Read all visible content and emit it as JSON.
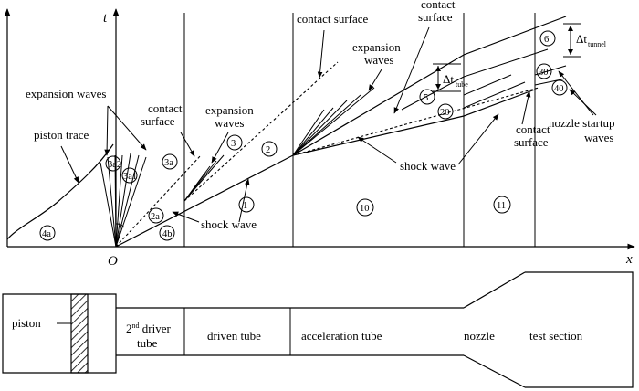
{
  "axes": {
    "t": "t",
    "x": "x",
    "origin": "O"
  },
  "labels": {
    "expansion_waves_left": "expansion waves",
    "piston_trace": "piston trace",
    "contact_surface_1a": "contact",
    "contact_surface_1b": "surface",
    "expansion_waves_mid_a": "expansion",
    "expansion_waves_mid_b": "waves",
    "shock_wave_1": "shock wave",
    "contact_surface_top": "contact surface",
    "expansion_waves_right_a": "expansion",
    "expansion_waves_right_b": "waves",
    "contact_surface_top2a": "contact",
    "contact_surface_top2b": "surface",
    "shock_wave_2": "shock wave",
    "contact_surface_3a": "contact",
    "contact_surface_3b": "surface",
    "nozzle_startup_a": "nozzle startup",
    "nozzle_startup_b": "waves",
    "delta_t_tube": "Δt",
    "delta_t_tube_sub": "tube",
    "delta_t_tunnel": "Δt",
    "delta_t_tunnel_sub": "tunnel"
  },
  "zones": {
    "z4a": "4a",
    "z4b": "4b",
    "z3a2": "3a2",
    "z3a1": "3a1",
    "z3a": "3a",
    "z2a": "2a",
    "z1": "1",
    "z2": "2",
    "z3": "3",
    "z10": "10",
    "z5": "5",
    "z20": "20",
    "z11": "11",
    "z6": "6",
    "z30": "30",
    "z40": "40"
  },
  "facility": {
    "piston": "piston",
    "driver_pre": "2",
    "driver_sup": "nd",
    "driver_post": " driver",
    "driver_line2": "tube",
    "driven_tube": "driven tube",
    "acceleration_tube": "acceleration tube",
    "nozzle": "nozzle",
    "test_section": "test section"
  }
}
